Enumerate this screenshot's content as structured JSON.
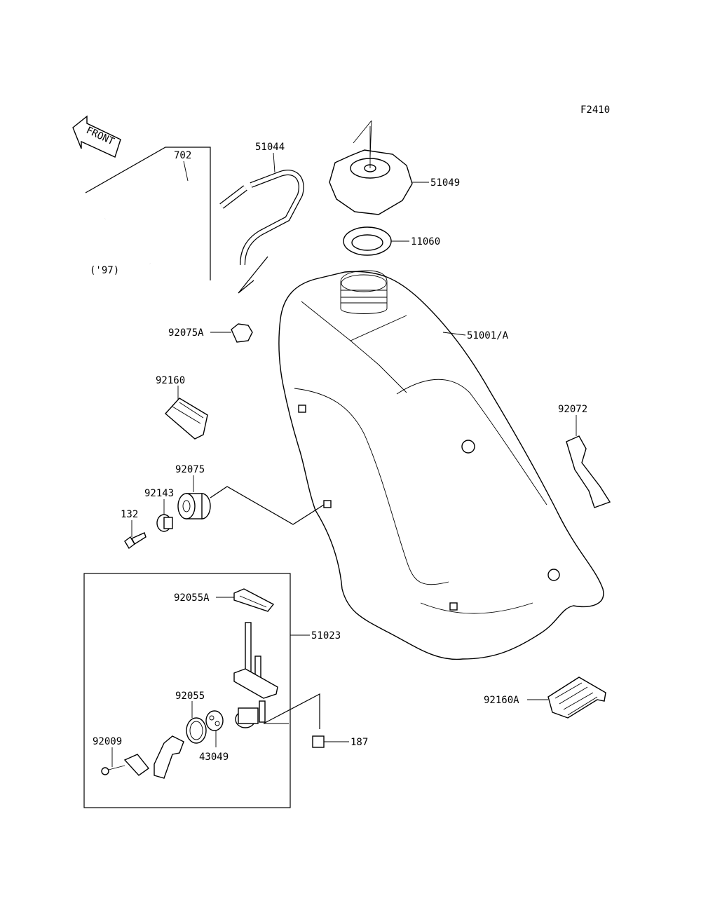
{
  "diagram_code": "F2410",
  "front_arrow_text": "FRONT",
  "year_note": "('97)",
  "parts": {
    "p702": "702",
    "p51044": "51044",
    "p51049": "51049",
    "p11060": "11060",
    "p51001A": "51001/A",
    "p92075A": "92075A",
    "p92160": "92160",
    "p92072": "92072",
    "p92075": "92075",
    "p92143": "92143",
    "p132": "132",
    "p92055A": "92055A",
    "p51023": "51023",
    "p92055": "92055",
    "p43049": "43049",
    "p92009": "92009",
    "p187": "187",
    "p92160A": "92160A"
  }
}
